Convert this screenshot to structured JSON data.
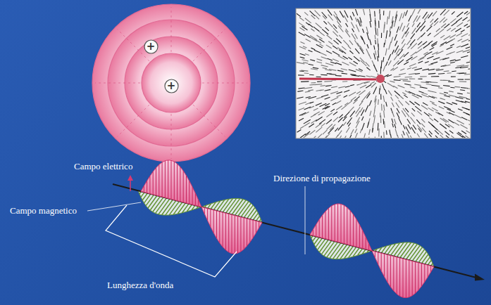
{
  "diagram": {
    "nodes": [
      {
        "text": [
          "+"
        ]
      },
      {
        "text": [
          "+"
        ]
      }
    ],
    "labels": [
      "Campo elettrico",
      "Direzione di propagazione",
      "Campo magnetico",
      "Lunghezza d'onda"
    ]
  }
}
